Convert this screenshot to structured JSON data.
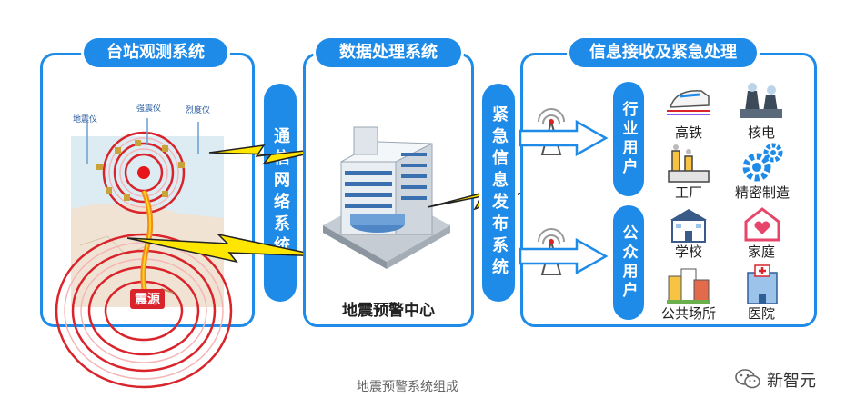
{
  "sections": {
    "station": "台站观测系统",
    "processing": "数据处理系统",
    "receiving": "信息接收及紧急处理"
  },
  "channels": {
    "network": "通信网络系统",
    "release": "紧急信息发布系统"
  },
  "instruments": {
    "seismometer": "地震仪",
    "strong_motion": "强震仪",
    "intensity": "烈度仪"
  },
  "epicenter_label": "震源",
  "center_label": "地震预警中心",
  "user_groups": {
    "industry": "行业用户",
    "public": "公众用户"
  },
  "receivers": {
    "high_speed_rail": "高铁",
    "nuclear_power": "核电",
    "factory": "工厂",
    "precision_mfg": "精密制造",
    "school": "学校",
    "home": "家庭",
    "public_places": "公共场所",
    "hospital": "医院"
  },
  "caption": "地震预警系统组成",
  "brand": "新智元"
}
